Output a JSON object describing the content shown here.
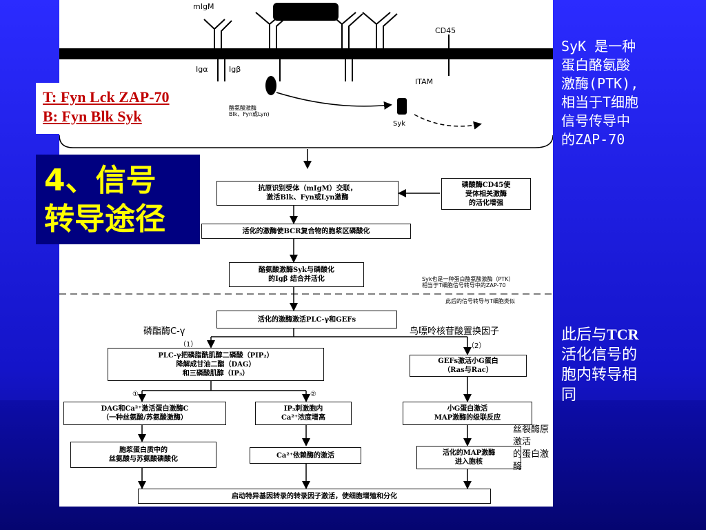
{
  "slide": {
    "background_color": "#1a1aff",
    "tb_box": {
      "line_t": "T: Fyn  Lck  ZAP-70",
      "line_b": "B: Fyn   Blk   Syk",
      "text_color": "#c00000"
    },
    "title": {
      "line1": "4、信号",
      "line2": "转导途径",
      "text_color": "#ffff00",
      "box_color": "#000080"
    },
    "note_syk": "SyK 是一种\n蛋白酪氨酸\n激酶(PTK),\n相当于T细胞\n信号传导中\n的ZAP-70",
    "note_tcr": {
      "prefix": "此后与",
      "tcr": "TCR",
      "rest": "\n活化信号的\n胞内转导相\n同"
    },
    "overlay_plc": "磷酯酶C-γ",
    "overlay_gef": "鸟嘌呤核苷酸置换因子",
    "overlay_map": "丝裂酶原激活\n的蛋白激酶"
  },
  "figure": {
    "membrane_labels": {
      "migm": "mIgM",
      "cd45": "CD45",
      "iga": "Igα",
      "igb": "Igβ",
      "itam": "ITAM",
      "tyrosine_kinase": "酪氨酸激酶\nBlk、Fyn或Lyn)",
      "syk": "Syk"
    },
    "boxes": {
      "antigen": "抗原识别受体（mIgM）交联，\n激活Blk、Fyn或Lyn激酶",
      "cd45_box": "磷酸酶CD45使\n受体相关激酶\n的活化增强",
      "bcr": "活化的激酶使BCR复合物的胞浆区磷酸化",
      "syk_box": "酪氨酸激酶Syk与磷酸化\n的Igβ 结合并活化",
      "plc_activate": "活化的激酶激活PLC-γ和GEFs",
      "plc_cleave": "PLC-γ把磷脂酰肌醇二磷酸（PIP₂）\n降解成甘油二酯（DAG）\n和三磷酸肌醇（IP₃）",
      "gef": "GEFs激活小G蛋白\n（Ras与Rac）",
      "dag": "DAG和Ca²⁺激活蛋白激酶C\n（一种丝氨酸/苏氨酸激酶）",
      "ip3": "IP₃刺激胞内\nCa²⁺浓度增高",
      "smallg": "小G蛋白激活\nMAP激酶的级联反应",
      "ser_thr": "胞浆蛋白质中的\n丝氨酸与苏氨酸磷酸化",
      "ca_dep": "Ca²⁺依赖酶的激活",
      "map_nuc": "活化的MAP激酶\n进入胞核",
      "final": "启动特异基因转录的转录因子激活，使细胞增殖和分化"
    },
    "side_notes": {
      "syk_note": "Syk也是一种蛋白酪氨酸激酶（PTK）\n相当于T细胞信号转导中的ZAP-70",
      "after_note": "此后的信号转导与T细胞类似"
    },
    "branch_labels": {
      "b1": "（1）",
      "b2": "（2）",
      "c1": "①",
      "c2": "②"
    }
  }
}
